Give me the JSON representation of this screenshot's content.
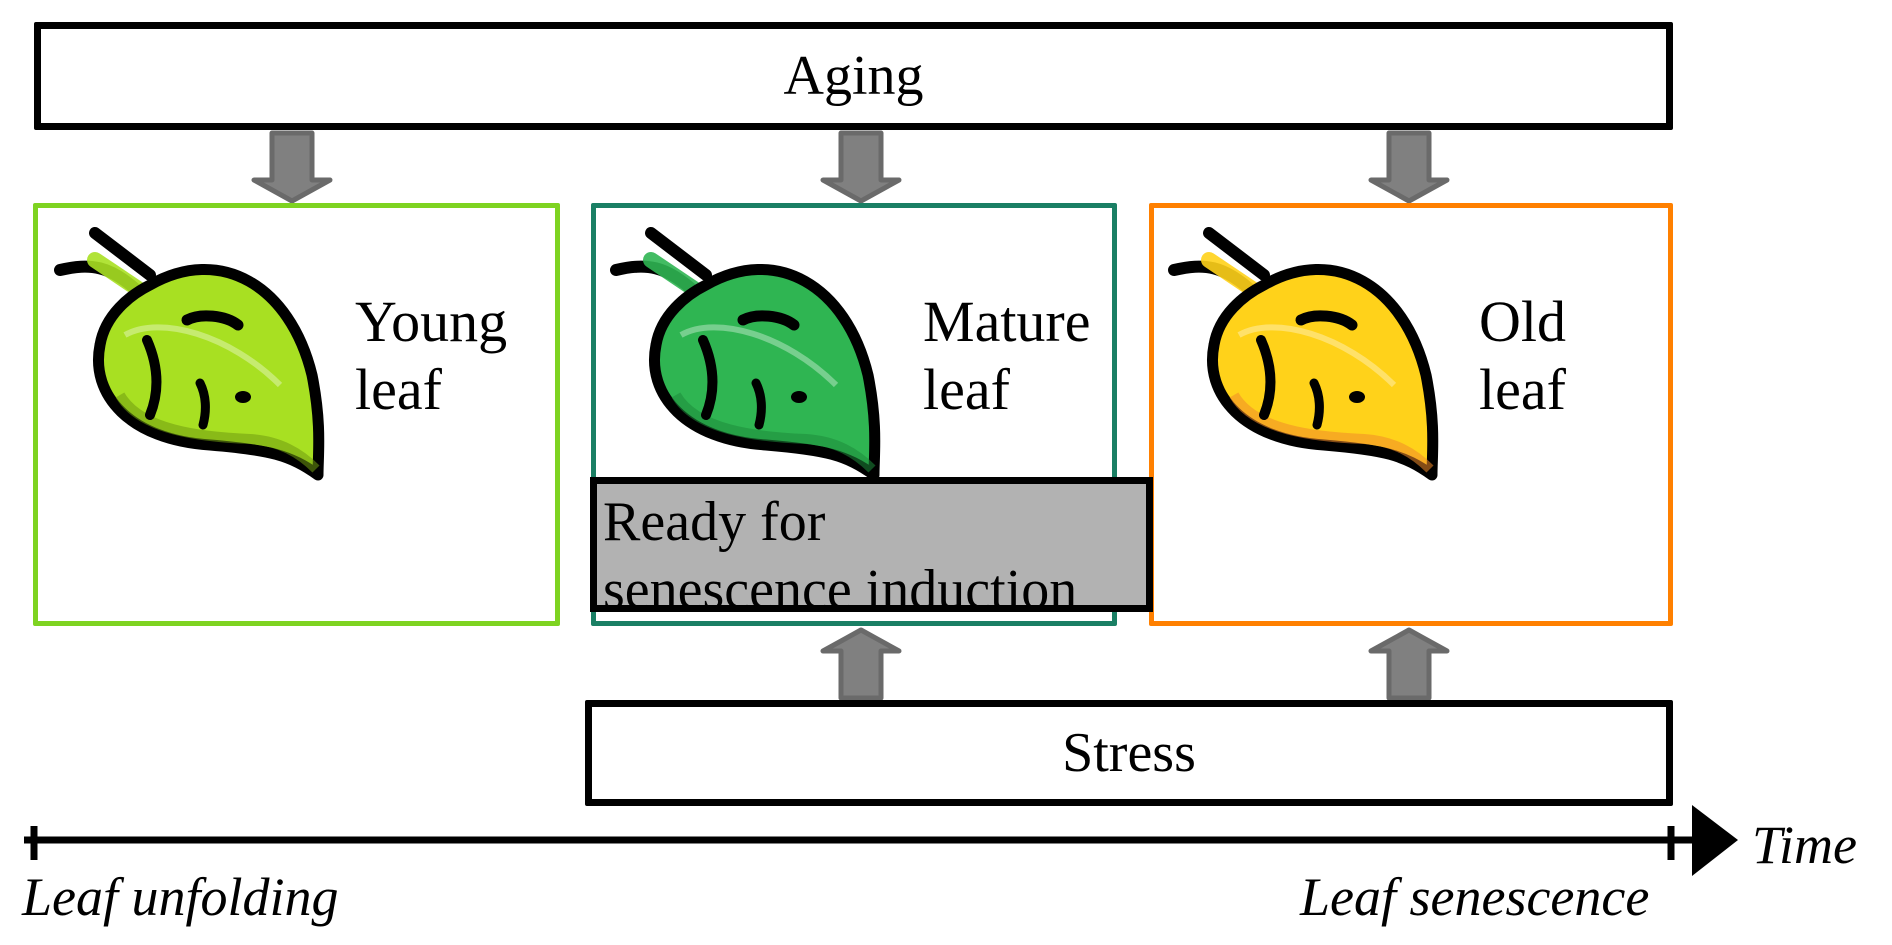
{
  "diagram": {
    "aging": {
      "label": "Aging"
    },
    "stress": {
      "label": "Stress"
    },
    "stages": [
      {
        "line1": "Young",
        "line2": "leaf",
        "border_color": "#7ed321",
        "leaf_fill": "#a8e022",
        "leaf_shade": "#6f9a10",
        "leaf_icon": "young-leaf-icon"
      },
      {
        "line1": "Mature",
        "line2": "leaf",
        "border_color": "#1a7f64",
        "leaf_fill": "#2fb552",
        "leaf_shade": "#1d8a3a",
        "leaf_icon": "mature-leaf-icon"
      },
      {
        "line1": "Old",
        "line2": "leaf",
        "border_color": "#ff8000",
        "leaf_fill": "#ffd21a",
        "leaf_shade": "#f08a2a",
        "leaf_icon": "old-leaf-icon"
      }
    ],
    "ready_box": {
      "line1": "Ready for",
      "line2": "senescence induction",
      "fill": "#b2b2b2"
    },
    "timeline": {
      "axis_label": "Time",
      "start_label": "Leaf unfolding",
      "end_label": "Leaf senescence"
    },
    "arrow_colors": {
      "fill": "#808080",
      "stroke": "#6a6a6a"
    }
  }
}
